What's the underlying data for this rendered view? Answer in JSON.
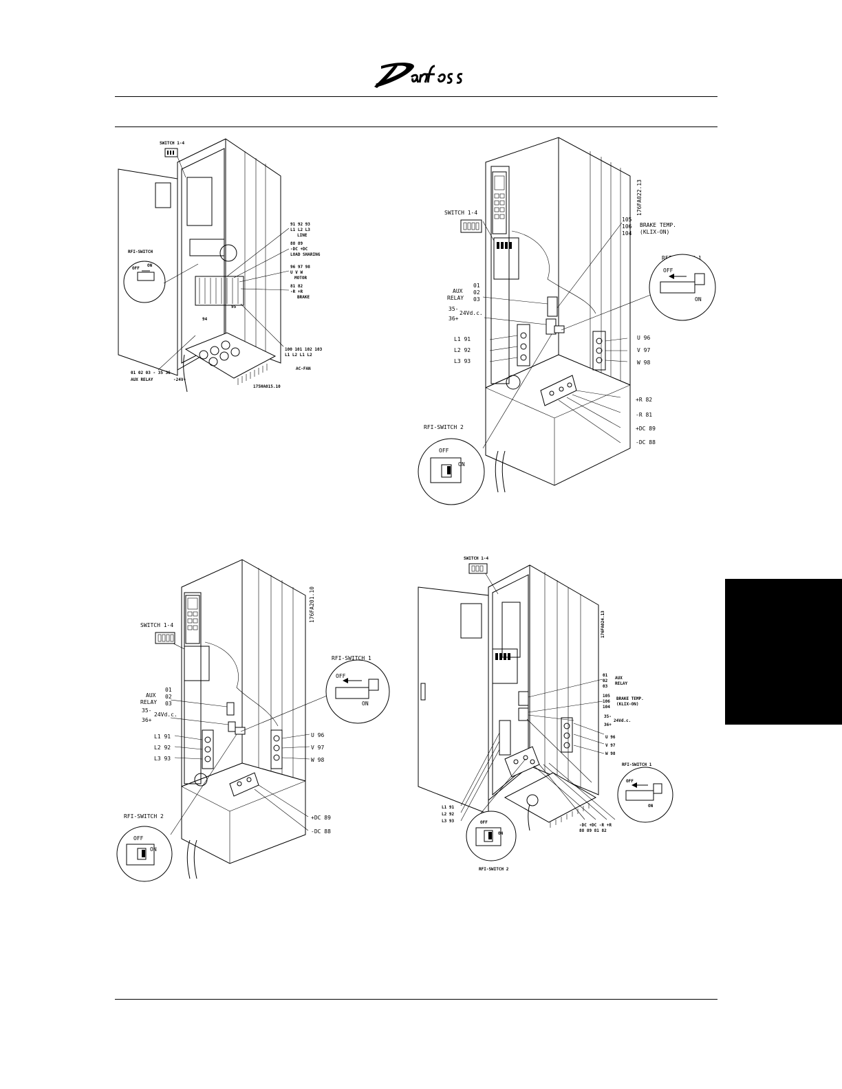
{
  "brand": {
    "logo_text": "Danfoss"
  },
  "figures": [
    {
      "id": "fig1",
      "switch": "SWITCH  1-4",
      "rfi_switch": "RFI-SWITCH",
      "off": "OFF",
      "on": "ON",
      "line_nums": "91  92  93",
      "line_phases": "L1  L2  L3",
      "line": "LINE",
      "load_nums": "88   89",
      "load_dc": "-DC  +DC",
      "load_sharing": "LOAD SHARING",
      "motor_nums": "96  97  98",
      "motor_phases": "U   V   W",
      "motor": "MOTOR",
      "brake_nums": "81   82",
      "brake_r": "-R   +R",
      "brake": "BRAKE",
      "t95": "95",
      "t94": "94",
      "fan_nums": "100  101  102  103",
      "fan_phases": "L1   L2   L1   L2",
      "ac_fan": "AC-FAN",
      "relay_nums": "01  02  03  -  35   36",
      "aux_relay": "AUX  RELAY",
      "v24": "-24V+",
      "code": "175HA015.10"
    },
    {
      "id": "fig2",
      "code": "176FA022.13",
      "switch": "SWITCH  1-4",
      "aux": "AUX",
      "relay": "RELAY",
      "r01": "01",
      "r02": "02",
      "r03": "03",
      "t35": "35-",
      "v24": "24Vd.c.",
      "t36": "36+",
      "l1": "L1  91",
      "l2": "L2  92",
      "l3": "L3  93",
      "u": "U  96",
      "v": "V  97",
      "w": "W  98",
      "b105": "105",
      "b106": "106",
      "b104": "104",
      "brake_temp": "BRAKE TEMP.",
      "klix": "(KLIX-ON)",
      "rfi1": "RFI-SWITCH  1",
      "rfi2": "RFI-SWITCH  2",
      "off": "OFF",
      "on": "ON",
      "r82": "+R  82",
      "r81": "-R  81",
      "dc89": "+DC  89",
      "dc88": "-DC  88"
    },
    {
      "id": "fig3",
      "code": "176FA201.10",
      "switch": "SWITCH  1-4",
      "aux": "AUX",
      "relay": "RELAY",
      "r01": "01",
      "r02": "02",
      "r03": "03",
      "t35": "35-",
      "v24": "24Vd.c.",
      "t36": "36+",
      "l1": "L1  91",
      "l2": "L2  92",
      "l3": "L3  93",
      "u": "U  96",
      "v": "V  97",
      "w": "W  98",
      "rfi1": "RFI-SWITCH  1",
      "rfi2": "RFI-SWITCH  2",
      "off": "OFF",
      "on": "ON",
      "dc89": "+DC  89",
      "dc88": "-DC  88"
    },
    {
      "id": "fig4",
      "code": "176FA024.13",
      "switch": "SWITCH  1-4",
      "r01": "01",
      "r02": "02",
      "r03": "03",
      "aux": "AUX",
      "relay": "RELAY",
      "b105": "105",
      "b106": "106",
      "b104": "104",
      "brake_temp": "BRAKE TEMP.",
      "klix": "(KLIX-ON)",
      "t35": "35-",
      "v24": "24Vd.c.",
      "t36": "36+",
      "u": "U  96",
      "v": "V  97",
      "w": "W  98",
      "rfi1": "RFI-SWITCH  1",
      "rfi2": "RFI-SWITCH  2",
      "off": "OFF",
      "on": "ON",
      "l1": "L1  91",
      "l2": "L2  92",
      "l3": "L3  93",
      "dc_labels": "-DC  +DC  -R  +R",
      "dc_nums": "88   89   81  82"
    }
  ]
}
